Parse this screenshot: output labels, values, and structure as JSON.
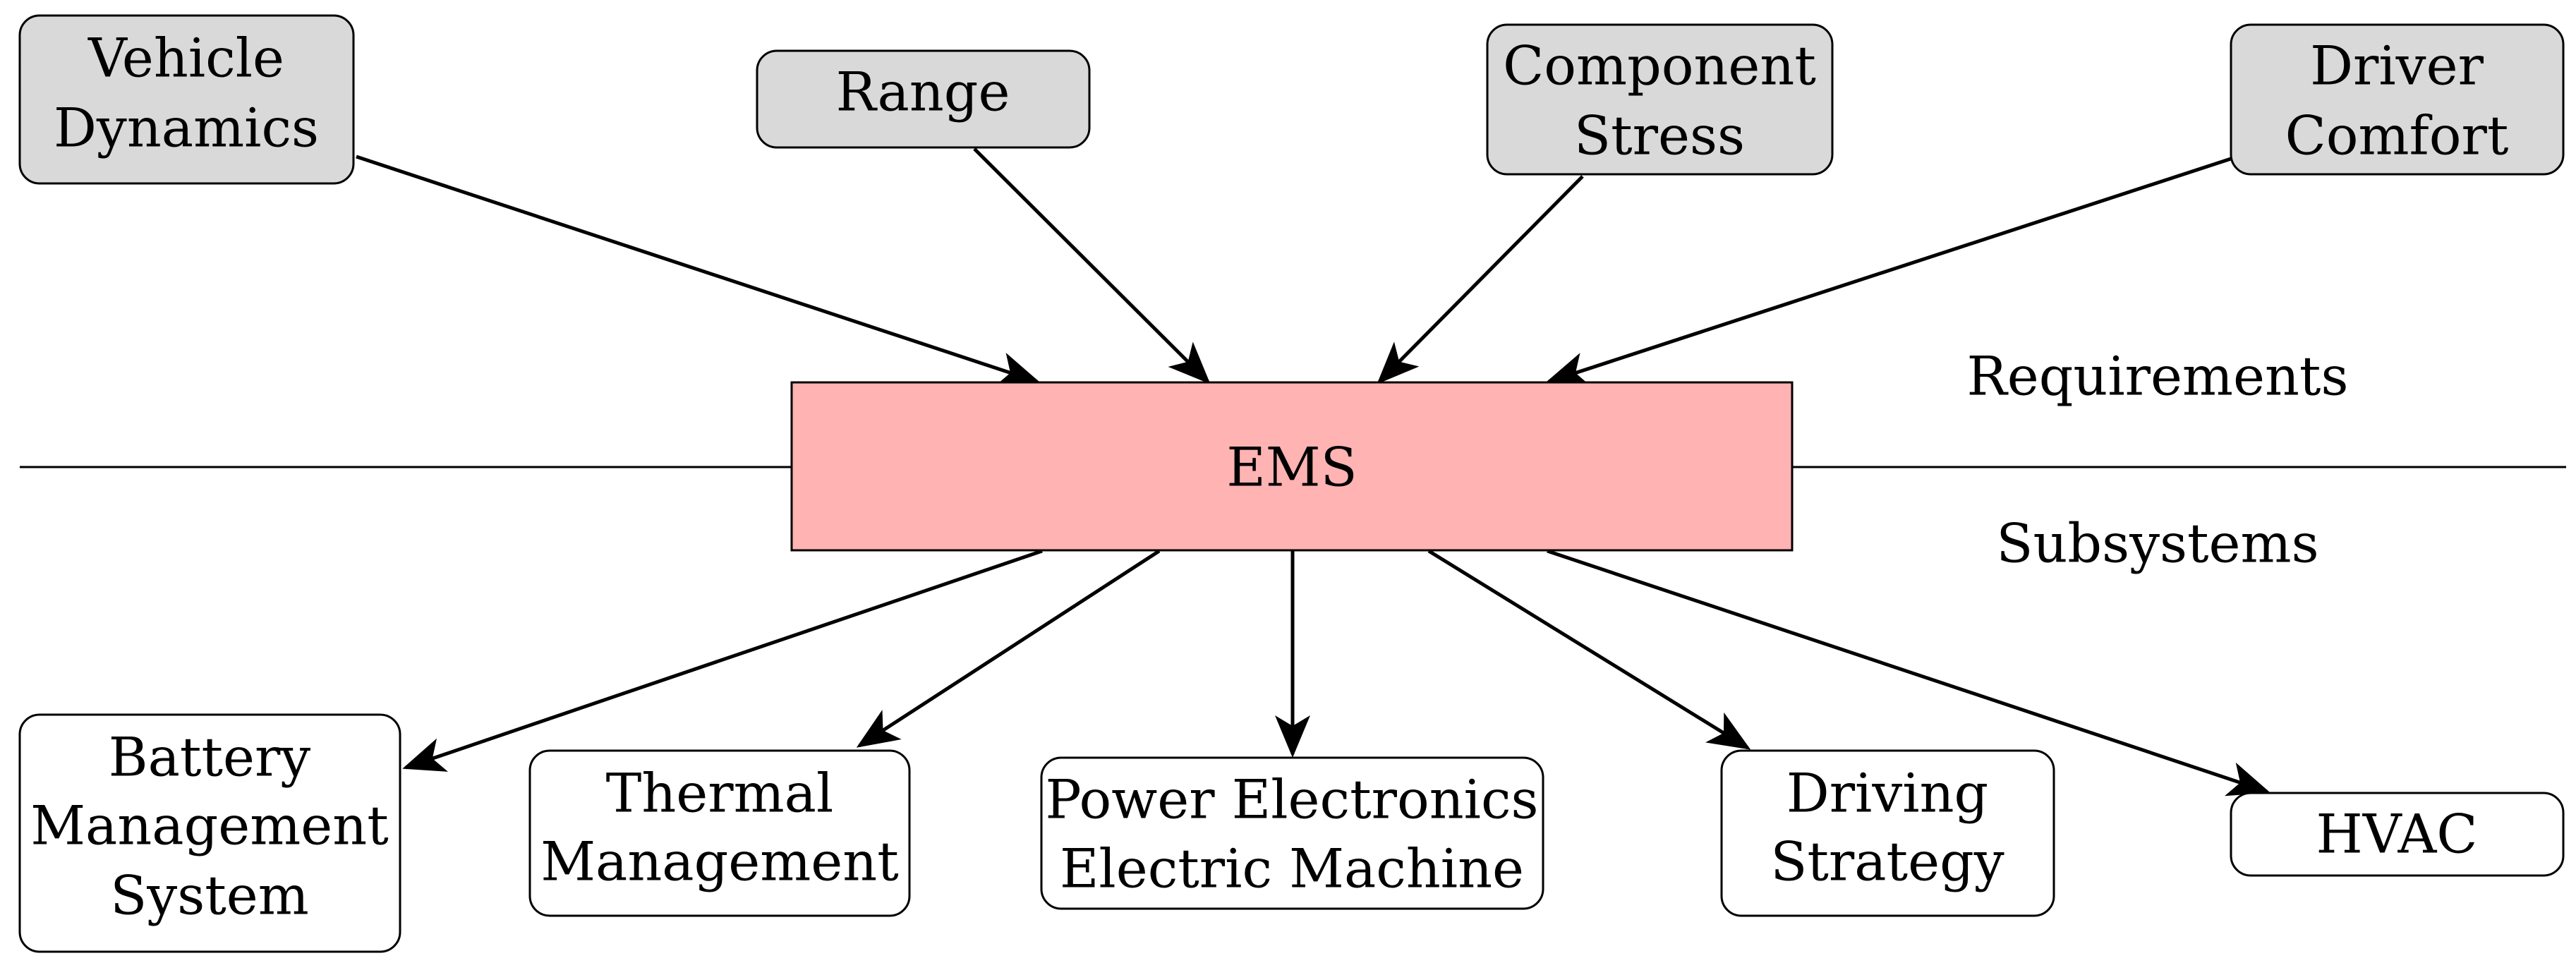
{
  "ems": {
    "label": "EMS",
    "fill": "#ffb3b3"
  },
  "requirements_label": "Requirements",
  "subsystems_label": "Subsystems",
  "requirements": [
    {
      "id": "vehicle-dynamics",
      "lines": [
        "Vehicle",
        "Dynamics"
      ]
    },
    {
      "id": "range",
      "lines": [
        "Range"
      ]
    },
    {
      "id": "component-stress",
      "lines": [
        "Component",
        "Stress"
      ]
    },
    {
      "id": "driver-comfort",
      "lines": [
        "Driver",
        "Comfort"
      ]
    }
  ],
  "subsystems": [
    {
      "id": "battery-management-system",
      "lines": [
        "Battery",
        "Management",
        "System"
      ]
    },
    {
      "id": "thermal-management",
      "lines": [
        "Thermal",
        "Management"
      ]
    },
    {
      "id": "power-electronics-electric-machine",
      "lines": [
        "Power Electronics",
        "Electric Machine"
      ]
    },
    {
      "id": "driving-strategy",
      "lines": [
        "Driving",
        "Strategy"
      ]
    },
    {
      "id": "hvac",
      "lines": [
        "HVAC"
      ]
    }
  ],
  "colors": {
    "requirement_fill": "#d9d9d9",
    "subsystem_fill": "#ffffff",
    "stroke": "#000000"
  }
}
